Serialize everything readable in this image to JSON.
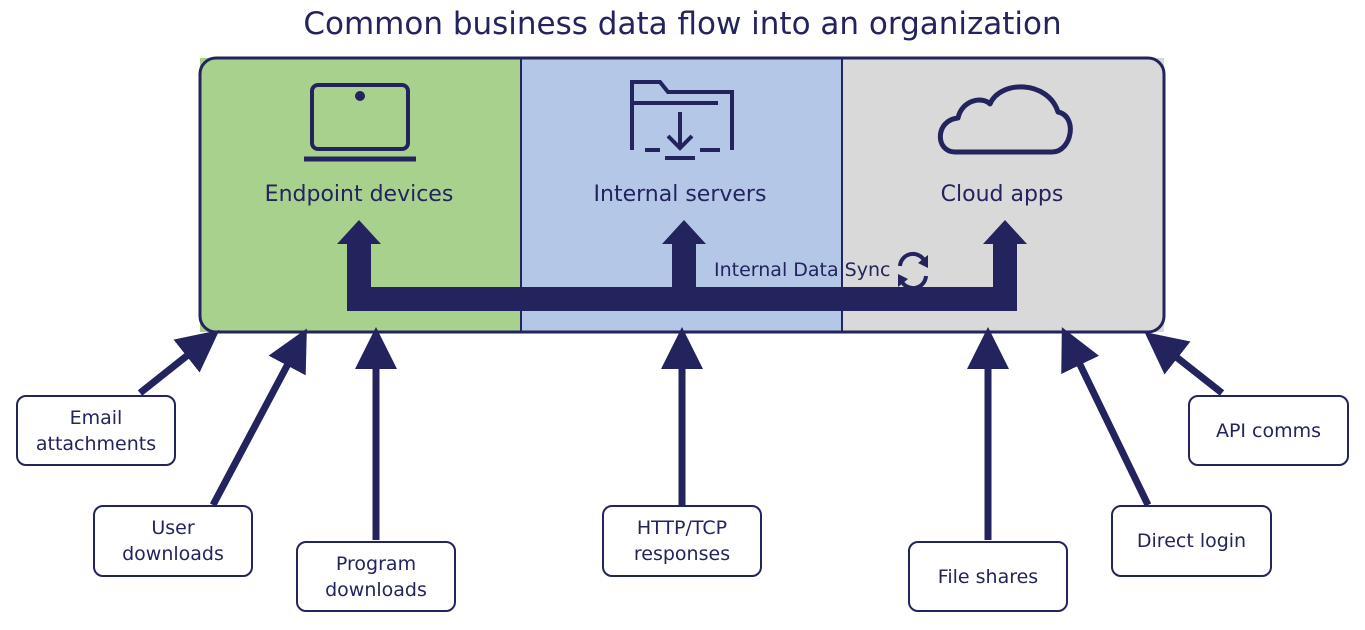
{
  "title": "Common business data flow into an organization",
  "colors": {
    "navy": "#23235e",
    "endpoint_fill": "#a9d18e",
    "servers_fill": "#b4c7e7",
    "cloud_fill": "#d9d9d9"
  },
  "zones": [
    {
      "label": "Endpoint devices",
      "icon": "laptop-icon"
    },
    {
      "label": "Internal servers",
      "icon": "folder-download-icon"
    },
    {
      "label": "Cloud apps",
      "icon": "cloud-icon"
    }
  ],
  "sync": {
    "label": "Internal Data Sync",
    "icon": "sync-icon"
  },
  "sources": [
    {
      "label": "Email\nattachments"
    },
    {
      "label": "User\ndownloads"
    },
    {
      "label": "Program\ndownloads"
    },
    {
      "label": "HTTP/TCP\nresponses"
    },
    {
      "label": "File shares"
    },
    {
      "label": "Direct login"
    },
    {
      "label": "API comms"
    }
  ]
}
